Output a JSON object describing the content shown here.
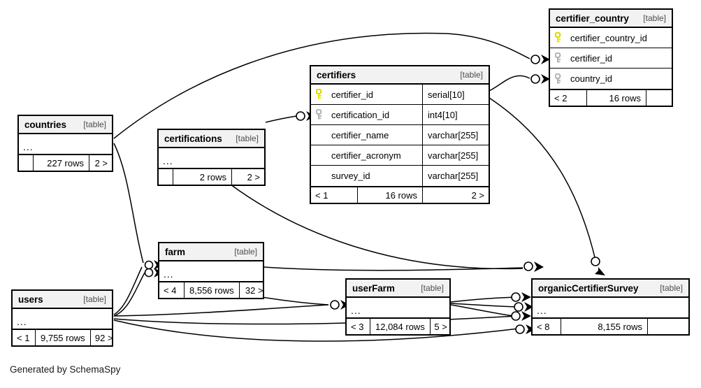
{
  "diagram": {
    "credit": "Generated by SchemaSpy",
    "table_tag": "[table]",
    "ellipsis": "...",
    "colors": {
      "primary_key": "#e8e800",
      "foreign_key": "#b3b3b3",
      "header_bg": "#f2f2f2",
      "border": "#000000",
      "background": "#ffffff"
    }
  },
  "tables": [
    {
      "id": "certifier_country",
      "name": "certifier_country",
      "tag": "[table]",
      "columns": [
        {
          "key": "primary",
          "name": "certifier_country_id",
          "type": ""
        },
        {
          "key": "foreign",
          "name": "certifier_id",
          "type": ""
        },
        {
          "key": "foreign",
          "name": "country_id",
          "type": ""
        }
      ],
      "footer": {
        "left": "< 2",
        "middle": "16 rows",
        "right": ""
      }
    },
    {
      "id": "certifiers",
      "name": "certifiers",
      "tag": "[table]",
      "columns": [
        {
          "key": "primary",
          "name": "certifier_id",
          "type": "serial[10]"
        },
        {
          "key": "foreign",
          "name": "certification_id",
          "type": "int4[10]"
        },
        {
          "key": "none",
          "name": "certifier_name",
          "type": "varchar[255]"
        },
        {
          "key": "none",
          "name": "certifier_acronym",
          "type": "varchar[255]"
        },
        {
          "key": "none",
          "name": "survey_id",
          "type": "varchar[255]"
        }
      ],
      "footer": {
        "left": "< 1",
        "middle": "16 rows",
        "right": "2 >"
      }
    },
    {
      "id": "countries",
      "name": "countries",
      "tag": "[table]",
      "collapsed": true,
      "footer": {
        "left": "",
        "middle": "227 rows",
        "right": "2 >"
      }
    },
    {
      "id": "certifications",
      "name": "certifications",
      "tag": "[table]",
      "collapsed": true,
      "footer": {
        "left": "",
        "middle": "2 rows",
        "right": "2 >"
      }
    },
    {
      "id": "farm",
      "name": "farm",
      "tag": "[table]",
      "collapsed": true,
      "footer": {
        "left": "< 4",
        "middle": "8,556 rows",
        "right": "32 >"
      }
    },
    {
      "id": "users",
      "name": "users",
      "tag": "[table]",
      "collapsed": true,
      "footer": {
        "left": "< 1",
        "middle": "9,755 rows",
        "right": "92 >"
      }
    },
    {
      "id": "userFarm",
      "name": "userFarm",
      "tag": "[table]",
      "collapsed": true,
      "footer": {
        "left": "< 3",
        "middle": "12,084 rows",
        "right": "5 >"
      }
    },
    {
      "id": "organicCertifierSurvey",
      "name": "organicCertifierSurvey",
      "tag": "[table]",
      "collapsed": true,
      "footer": {
        "left": "< 8",
        "middle": "8,155 rows",
        "right": ""
      }
    }
  ]
}
